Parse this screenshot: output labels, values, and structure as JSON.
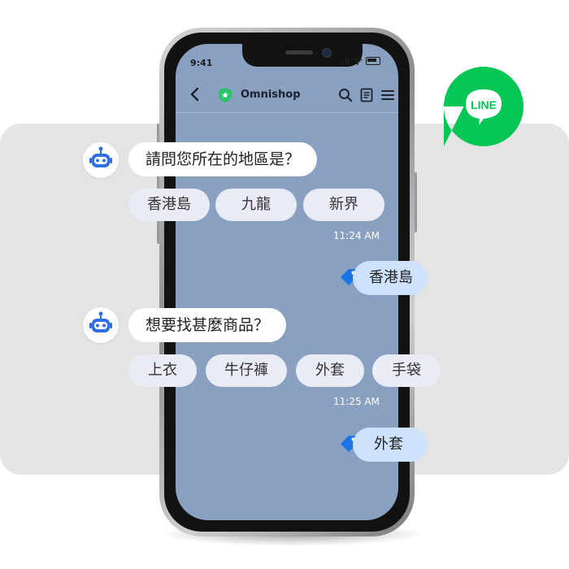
{
  "status": {
    "time": "9:41"
  },
  "app": {
    "brand": "Omnishop"
  },
  "badge": {
    "label": "LINE"
  },
  "colors": {
    "line_green": "#06c755",
    "reply_bubble": "#cfe2fb",
    "tag_blue": "#1a73e8",
    "screen": "#8aa0c0"
  },
  "icons": [
    "back-icon",
    "shield-icon",
    "search-icon",
    "document-icon",
    "menu-icon",
    "robot-icon",
    "tag-icon"
  ],
  "chat": [
    {
      "question": "請問您所在的地區是？",
      "options": [
        "香港島",
        "九龍",
        "新界"
      ],
      "time": "11:24 AM",
      "reply": "香港島"
    },
    {
      "question": "想要找甚麼商品？",
      "options": [
        "上衣",
        "牛仔褲",
        "外套",
        "手袋"
      ],
      "time": "11:25 AM",
      "reply": "外套"
    }
  ]
}
